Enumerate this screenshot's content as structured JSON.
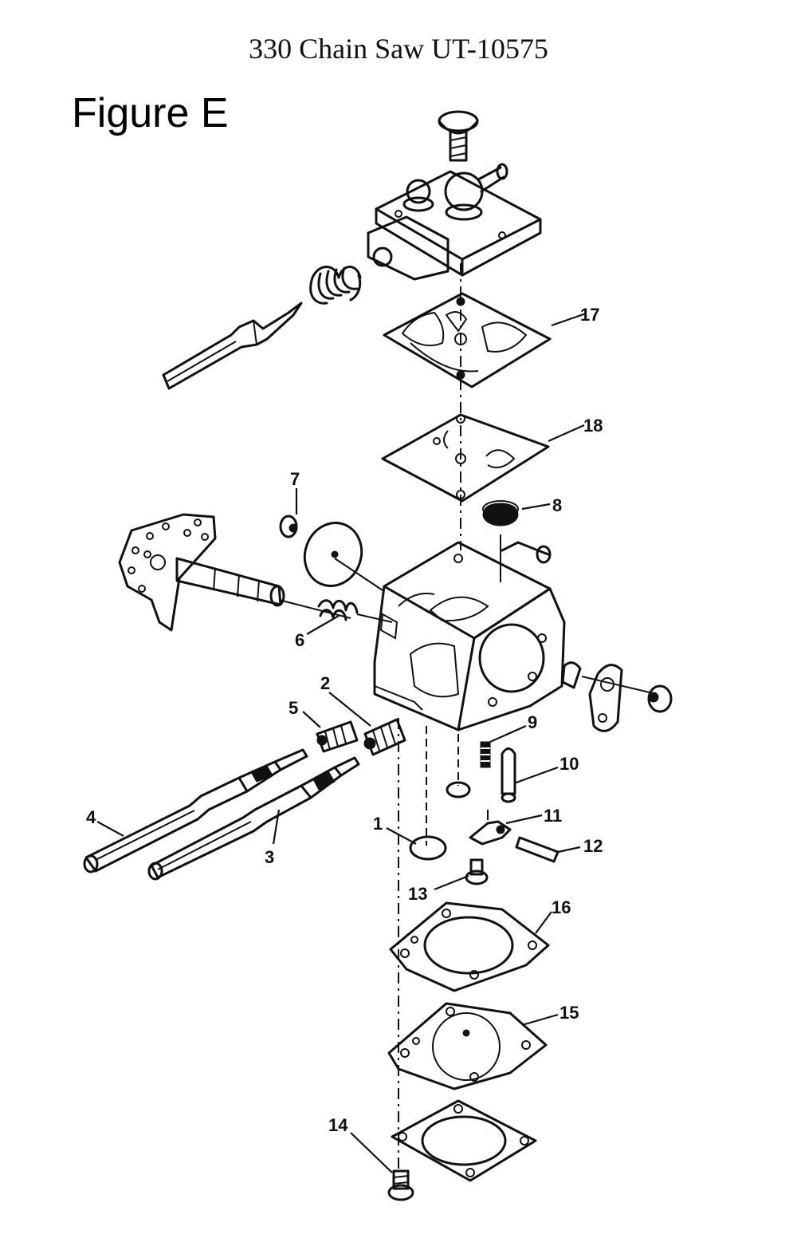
{
  "header": {
    "title": "330 Chain Saw UT-10575"
  },
  "figure": {
    "label": "Figure E"
  },
  "callouts": [
    "1",
    "2",
    "3",
    "4",
    "5",
    "6",
    "7",
    "8",
    "9",
    "10",
    "11",
    "12",
    "13",
    "14",
    "15",
    "16",
    "17",
    "18"
  ],
  "colors": {
    "line": "#111111",
    "background": "#ffffff"
  }
}
